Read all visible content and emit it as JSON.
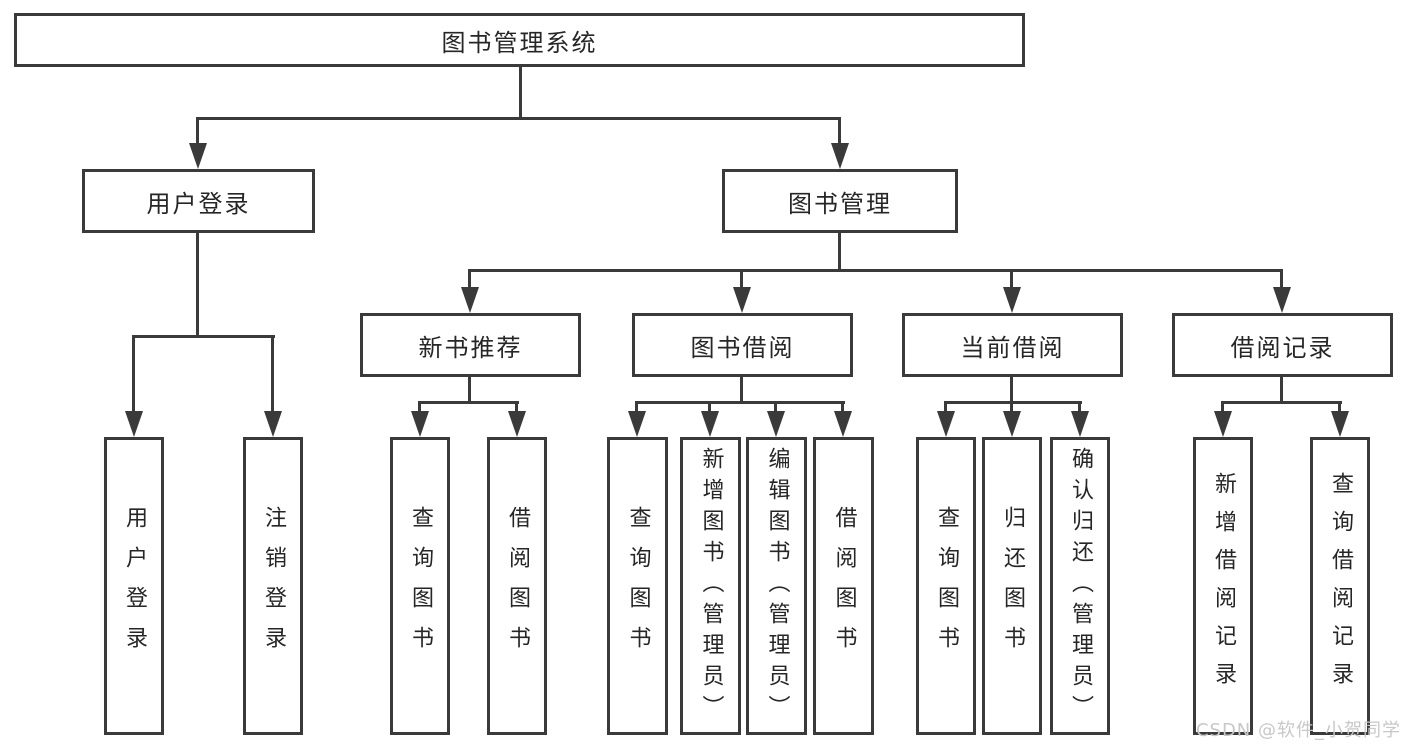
{
  "colors": {
    "line": "#3a3a3a",
    "text": "#262626",
    "background": "#ffffff",
    "watermark": "#c8c8c8"
  },
  "tree": {
    "root": {
      "label": "图书管理系统"
    },
    "level1": [
      {
        "label": "用户登录"
      },
      {
        "label": "图书管理"
      }
    ],
    "level2": [
      {
        "label": "新书推荐"
      },
      {
        "label": "图书借阅"
      },
      {
        "label": "当前借阅"
      },
      {
        "label": "借阅记录"
      }
    ],
    "leaves": {
      "user_login": [
        {
          "label": "用户登录"
        },
        {
          "label": "注销登录"
        }
      ],
      "new_book_recommend": [
        {
          "label": "查询图书"
        },
        {
          "label": "借阅图书"
        }
      ],
      "book_borrow": [
        {
          "label": "查询图书"
        },
        {
          "label": "新增图书（管理员）"
        },
        {
          "label": "编辑图书（管理员）"
        },
        {
          "label": "借阅图书"
        }
      ],
      "current_borrow": [
        {
          "label": "查询图书"
        },
        {
          "label": "归还图书"
        },
        {
          "label": "确认归还（管理员）"
        }
      ],
      "borrow_records": [
        {
          "label": "新增借阅记录"
        },
        {
          "label": "查询借阅记录"
        }
      ]
    }
  },
  "watermark": {
    "text": "CSDN @软件_小贺同学"
  }
}
